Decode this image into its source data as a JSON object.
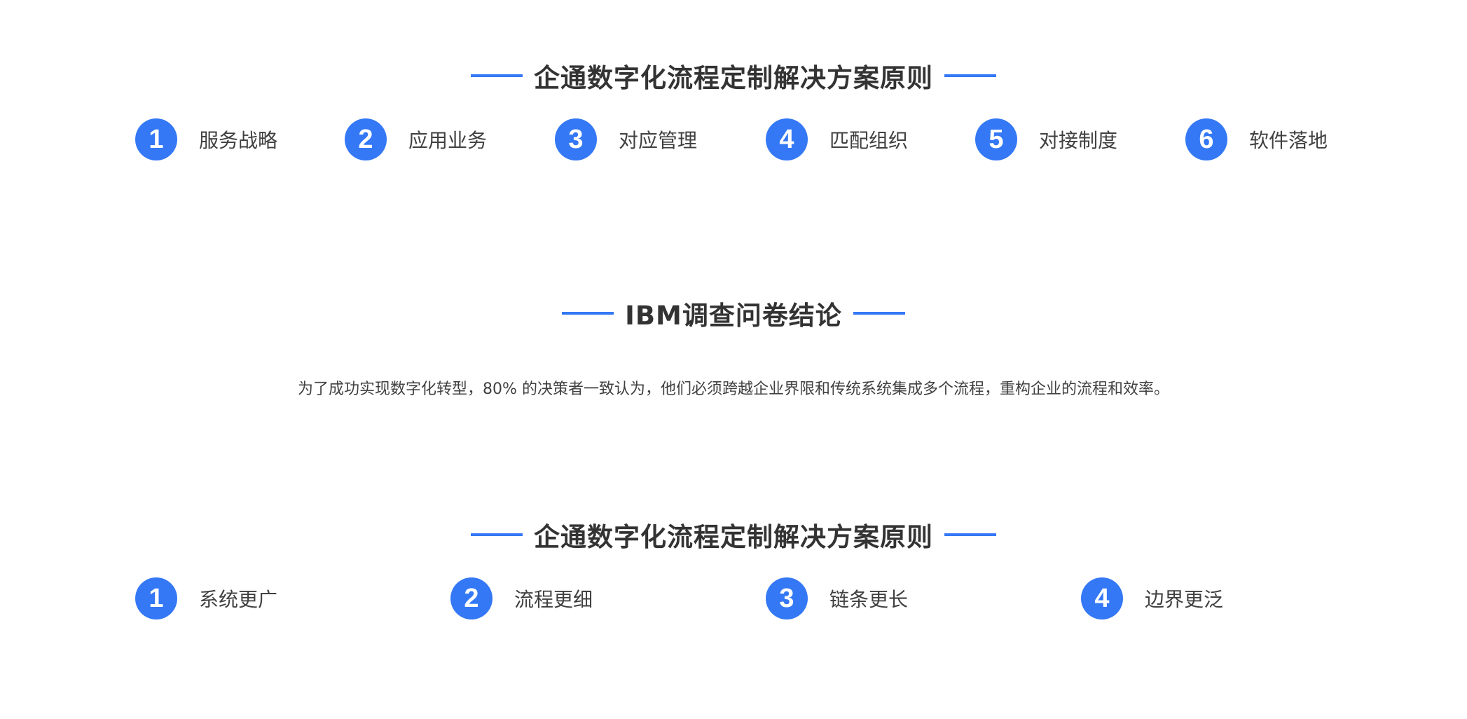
{
  "section1": {
    "title": "企通数字化流程定制解决方案原则",
    "items": [
      {
        "num": "1",
        "label": "服务战略"
      },
      {
        "num": "2",
        "label": "应用业务"
      },
      {
        "num": "3",
        "label": "对应管理"
      },
      {
        "num": "4",
        "label": "匹配组织"
      },
      {
        "num": "5",
        "label": "对接制度"
      },
      {
        "num": "6",
        "label": "软件落地"
      }
    ]
  },
  "section2": {
    "title": "IBM调查问卷结论",
    "paragraph": "为了成功实现数字化转型，80% 的决策者一致认为，他们必须跨越企业界限和传统系统集成多个流程，重构企业的流程和效率。"
  },
  "section3": {
    "title": "企通数字化流程定制解决方案原则",
    "items": [
      {
        "num": "1",
        "label": "系统更广"
      },
      {
        "num": "2",
        "label": "流程更细"
      },
      {
        "num": "3",
        "label": "链条更长"
      },
      {
        "num": "4",
        "label": "边界更泛"
      }
    ]
  },
  "colors": {
    "accent": "#3478f6",
    "text": "#333333"
  }
}
